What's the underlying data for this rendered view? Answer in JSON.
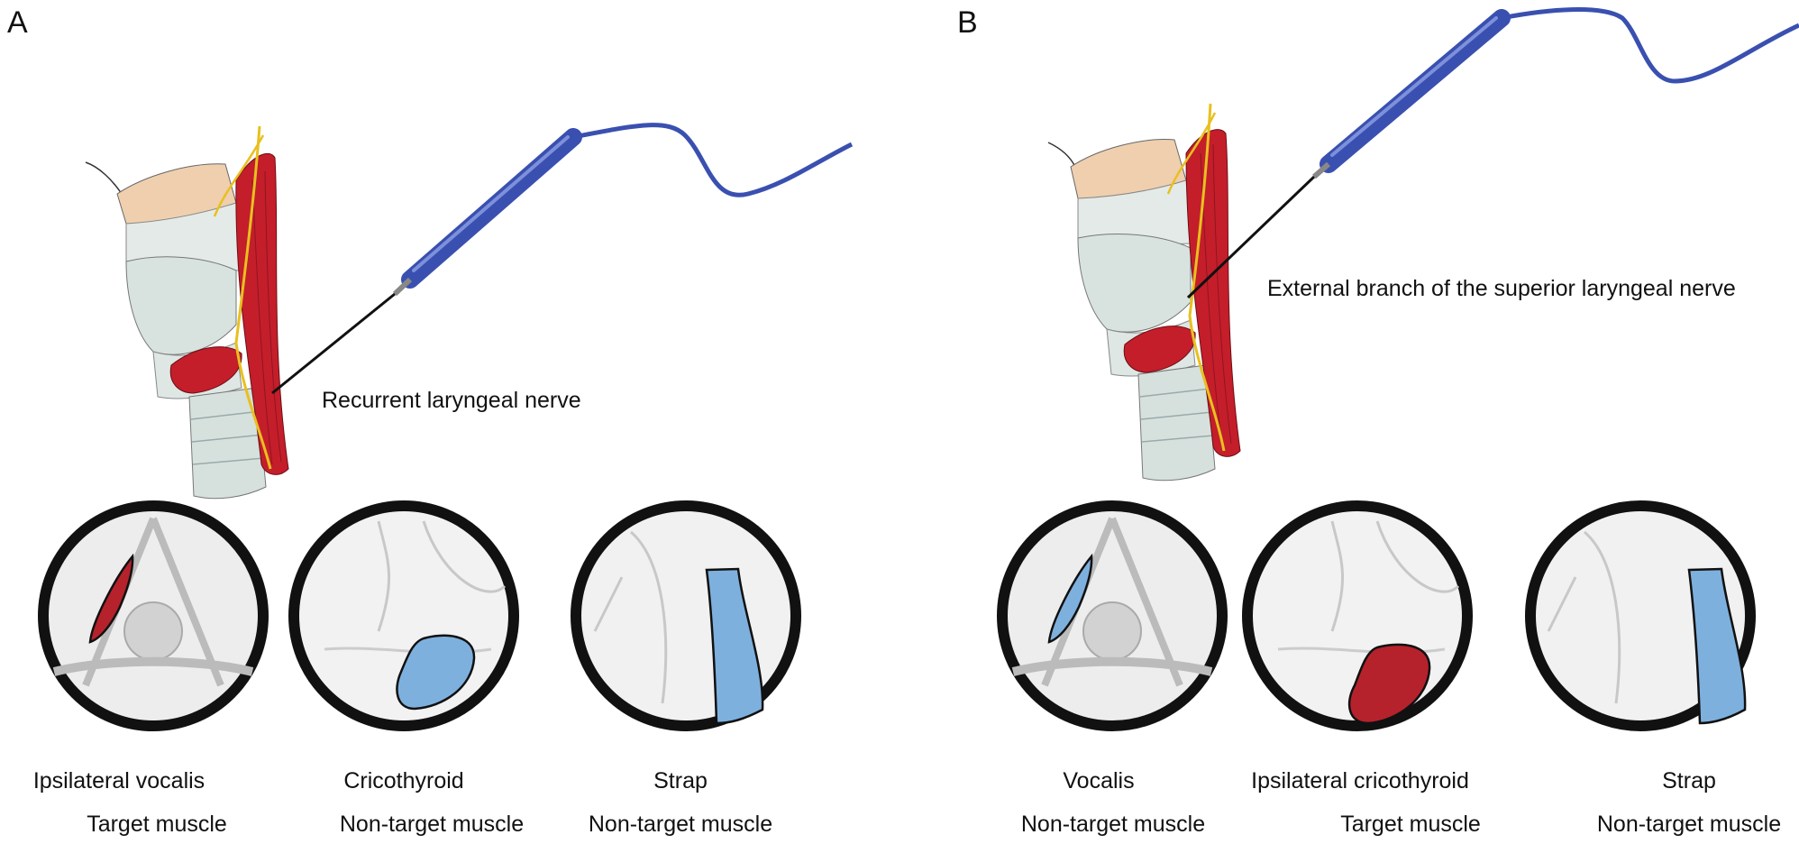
{
  "panels": [
    {
      "letter": "A",
      "nerve_label": "Recurrent laryngeal nerve",
      "circles": [
        {
          "name": "Ipsilateral vocalis",
          "role": "Target muscle",
          "highlight": "target"
        },
        {
          "name": "Cricothyroid",
          "role": "Non-target muscle",
          "highlight": "non-target"
        },
        {
          "name": "Strap",
          "role": "Non-target muscle",
          "highlight": "non-target"
        }
      ]
    },
    {
      "letter": "B",
      "nerve_label": "External branch of the superior laryngeal nerve",
      "circles": [
        {
          "name": "Vocalis",
          "role": "Non-target muscle",
          "highlight": "non-target"
        },
        {
          "name": "Ipsilateral cricothyroid",
          "role": "Target muscle",
          "highlight": "target"
        },
        {
          "name": "Strap",
          "role": "Non-target muscle",
          "highlight": "non-target"
        }
      ]
    }
  ],
  "colors": {
    "target": "#b5222c",
    "non_target": "#7eb0de",
    "probe": "#3a50b0",
    "muscle": "#c41e2a",
    "nerve": "#e8c020",
    "cartilage": "#d8e3df",
    "skin": "#efcfae"
  }
}
